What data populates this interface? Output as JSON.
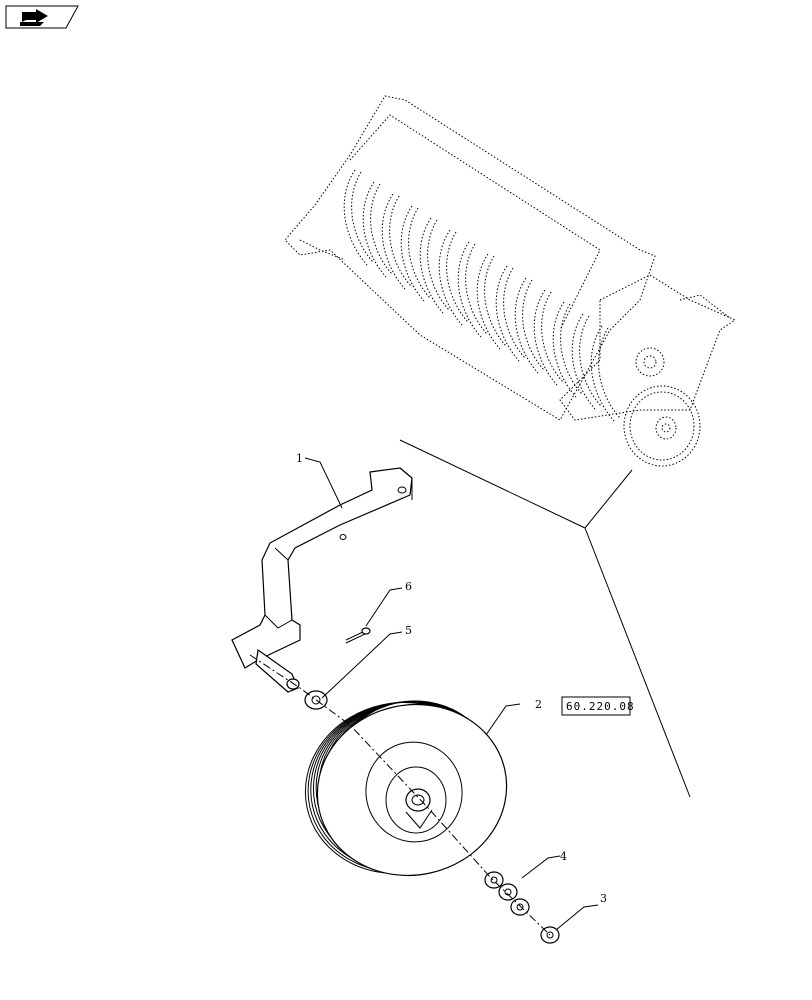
{
  "nav": {
    "icon": "navigation-arrow-icon"
  },
  "reference_box": {
    "text": "60.220.08"
  },
  "callouts": [
    {
      "id": "1",
      "text": "1"
    },
    {
      "id": "2",
      "text": "2"
    },
    {
      "id": "3",
      "text": "3"
    },
    {
      "id": "4",
      "text": "4"
    },
    {
      "id": "5",
      "text": "5"
    },
    {
      "id": "6",
      "text": "6"
    }
  ]
}
